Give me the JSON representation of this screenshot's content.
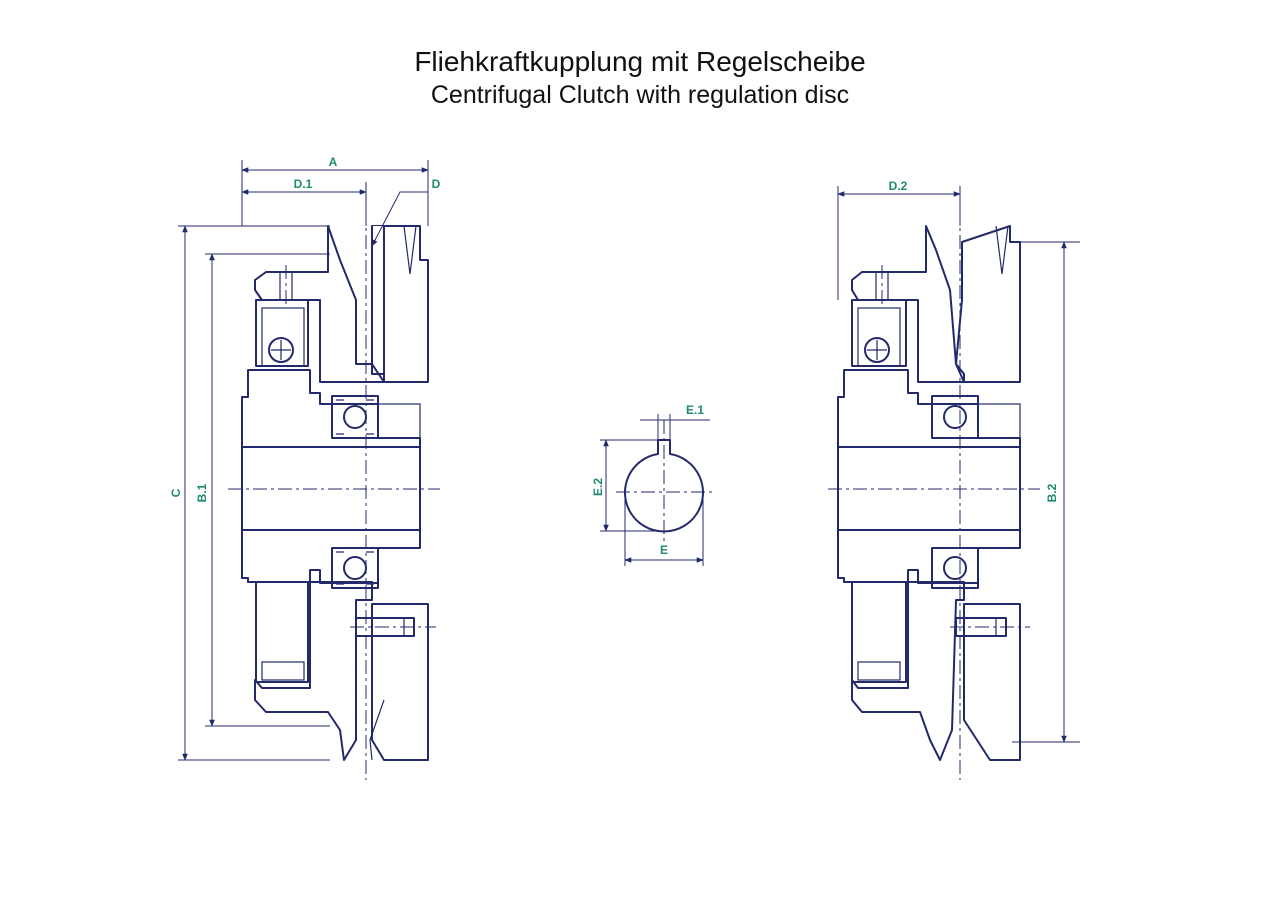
{
  "title": {
    "german": "Fliehkraftkupplung mit Regelscheibe",
    "english": "Centrifugal Clutch with regulation disc"
  },
  "dimensions": {
    "A": "A",
    "D1": "D.1",
    "D": "D",
    "C": "C",
    "B1": "B.1",
    "E1": "E.1",
    "E2": "E.2",
    "E": "E",
    "D2": "D.2",
    "B2": "B.2"
  },
  "colors": {
    "line": "#232a6b",
    "dimension_text": "#1f8a70",
    "title_text": "#111111",
    "background": "#ffffff"
  }
}
